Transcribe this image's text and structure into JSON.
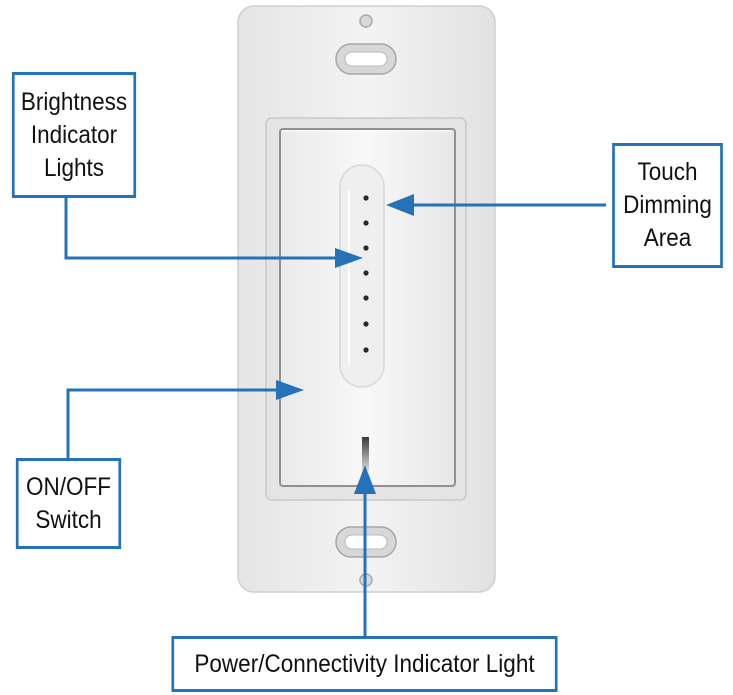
{
  "labels": {
    "brightness_indicator": [
      "Brightness",
      "Indicator",
      "Lights"
    ],
    "touch_dimming": [
      "Touch",
      "Dimming",
      "Area"
    ],
    "on_off_switch": [
      "ON/OFF",
      "Switch"
    ],
    "power_indicator": [
      "Power/Connectivity Indicator Light"
    ]
  },
  "colors": {
    "callout_blue": "#2572b8",
    "plate": "#eeefee",
    "paddle": "#f4f5f4",
    "indicator_dot": "#2a2a2a"
  },
  "brightness_levels_count": 7
}
